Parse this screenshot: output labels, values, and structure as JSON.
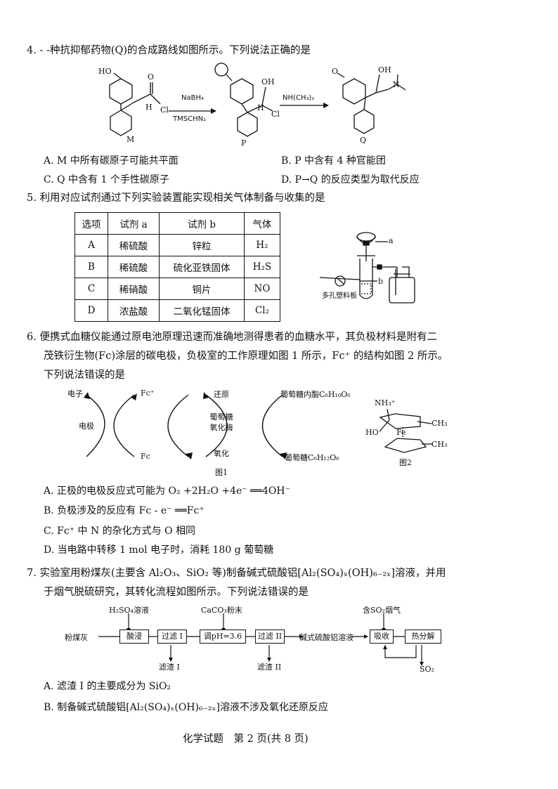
{
  "q4": {
    "stem": "4. - -种抗抑郁药物(Q)的合成路线如图所示。下列说法正确的是",
    "reagent_top": "NaBH₄",
    "reagent_bottom": "TMSCHN₂",
    "reagent2": "NH(CH₃)₂",
    "labels": {
      "M": "M",
      "P": "P",
      "Q": "Q"
    },
    "atoms": {
      "ho": "HO",
      "o": "O",
      "cl": "Cl",
      "h": "H",
      "oh": "OH",
      "n": "N"
    },
    "options": [
      {
        "key": "A",
        "text": "A. M 中所有碳原子可能共平面"
      },
      {
        "key": "B",
        "text": "B. P 中含有 4 种官能团"
      },
      {
        "key": "C",
        "text": "C. Q 中含有 1 个手性碳原子"
      },
      {
        "key": "D",
        "text": "D. P→Q 的反应类型为取代反应"
      }
    ]
  },
  "q5": {
    "stem": "5. 利用对应试剂通过下列实验装置能实现相关气体制备与收集的是",
    "headers": [
      "选项",
      "试剂 a",
      "试剂 b",
      "气体"
    ],
    "rows": [
      [
        "A",
        "稀硫酸",
        "锌粒",
        "H₂"
      ],
      [
        "B",
        "稀硫酸",
        "硫化亚铁固体",
        "H₂S"
      ],
      [
        "C",
        "稀硝酸",
        "铜片",
        "NO"
      ],
      [
        "D",
        "浓盐酸",
        "二氧化锰固体",
        "Cl₂"
      ]
    ],
    "apparatus": {
      "a": "a",
      "b": "b",
      "plate": "多孔塑料板"
    }
  },
  "q6": {
    "stem_line1": "6. 便携式血糖仪能通过原电池原理迅速而准确地测得患者的血糖水平，其负极材料是附有二",
    "stem_line2": "茂铁衍生物(Fc)涂层的碳电极，负极室的工作原理如图 1 所示，Fc⁺ 的结构如图 2 所示。",
    "stem_line3": "下列说法错误的是",
    "fig1": {
      "electron": "电子",
      "electrode": "电极",
      "fc_plus": "Fc⁺",
      "fc": "Fc",
      "reduce": "还原",
      "oxidize": "氧化",
      "enzyme": "葡萄糖氧化酶",
      "lactone": "葡萄糖内酯C₆H₁₀O₆",
      "glucose": "葡萄糖C₆H₁₂O₆",
      "caption": "图1"
    },
    "fig2": {
      "nh3": "NH₃⁺",
      "ho": "HO",
      "fe": "Fe",
      "ch3a": "CH₃",
      "ch3b": "CH₃",
      "caption": "图2"
    },
    "options": [
      {
        "key": "A",
        "text": "A. 正极的电极反应式可能为 O₂ +2H₂O +4e⁻ ══4OH⁻"
      },
      {
        "key": "B",
        "text": "B. 负极涉及的反应有 Fc - e⁻ ══Fc⁺"
      },
      {
        "key": "C",
        "text": "C. Fc⁺ 中 N 的杂化方式与 O 相同"
      },
      {
        "key": "D",
        "text": "D. 当电路中转移 1 mol 电子时，消耗 180 g 葡萄糖"
      }
    ]
  },
  "q7": {
    "stem_line1": "7. 实验室用粉煤灰(主要含 Al₂O₃、SiO₂ 等)制备碱式硫酸铝[Al₂(SO₄)ₓ(OH)₆₋₂ₓ]溶液，并用",
    "stem_line2": "于烟气脱硫研究，其转化流程如图所示。下列说法错误的是",
    "flow": {
      "h2so4": "H₂SO₄溶液",
      "caco3": "CaCO₃粉末",
      "so2gas": "含SO₂烟气",
      "start": "粉煤灰",
      "acid": "酸浸",
      "filter1": "过滤 I",
      "ph": "调pH=3.6",
      "filter2": "过滤 II",
      "solution": "碱式硫酸铝溶液",
      "absorb": "吸收",
      "decomp": "热分解",
      "residue1": "滤渣 I",
      "residue2": "滤渣 II",
      "so2": "SO₂"
    },
    "options": [
      {
        "key": "A",
        "text": "A. 滤渣 I 的主要成分为 SiO₂"
      },
      {
        "key": "B",
        "text": "B. 制备碱式硫酸铝[Al₂(SO₄)ₓ(OH)₆₋₂ₓ]溶液不涉及氧化还原反应"
      }
    ]
  },
  "footer": "化学试题　第 2 页(共 8 页)"
}
